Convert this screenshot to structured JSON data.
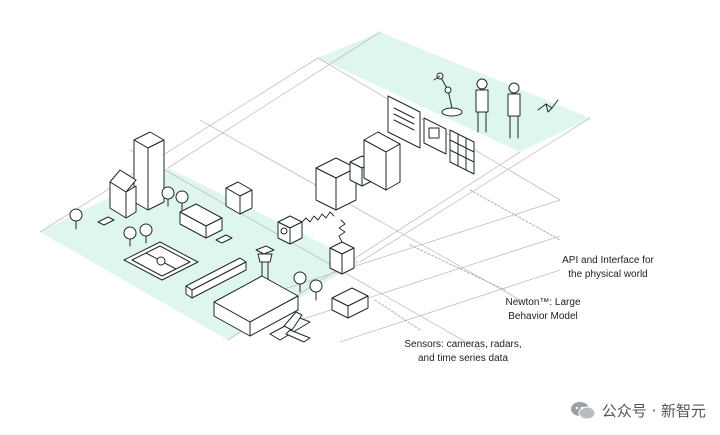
{
  "labels": {
    "api": [
      "API and Interface for",
      "the physical world"
    ],
    "newton": [
      "Newton™: Large",
      "Behavior Model"
    ],
    "sensors": [
      "Sensors: cameras, radars,",
      "and time series data"
    ]
  },
  "watermark": {
    "text": "公众号 · 新智元",
    "icon": "wechat-icon"
  },
  "colors": {
    "ground": "#dff6ee",
    "stroke": "#1f2a2a",
    "line": "#bfbfbf",
    "dotted": "#b8b8b8"
  }
}
